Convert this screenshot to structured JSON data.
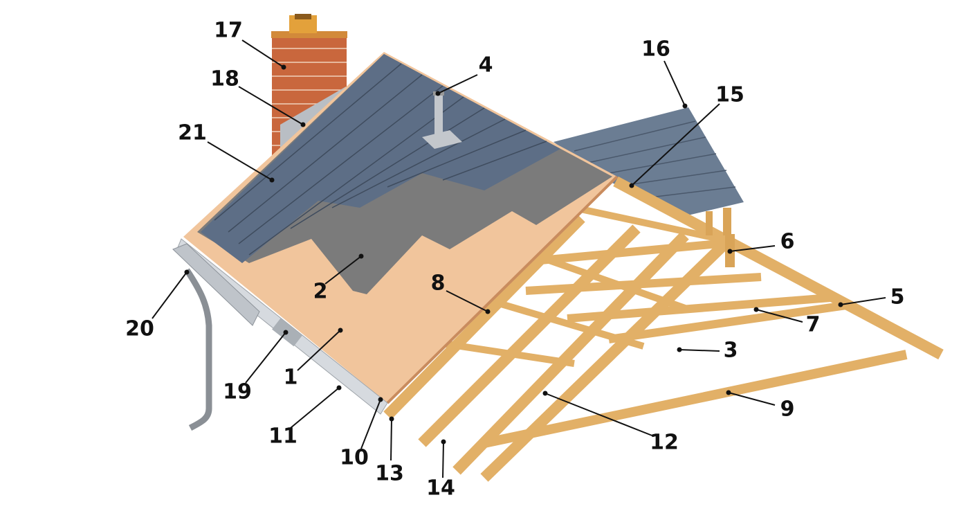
{
  "diagram": {
    "subject": "roof-anatomy",
    "labels": {
      "l1": "1",
      "l2": "2",
      "l3": "3",
      "l4": "4",
      "l5": "5",
      "l6": "6",
      "l7": "7",
      "l8": "8",
      "l9": "9",
      "l10": "10",
      "l11": "11",
      "l12": "12",
      "l13": "13",
      "l14": "14",
      "l15": "15",
      "l16": "16",
      "l17": "17",
      "l18": "18",
      "l19": "19",
      "l20": "20",
      "l21": "21"
    },
    "colors": {
      "sheathing": "#f1c59c",
      "underlayment": "#7b7b7b",
      "shingles": "#5d6e86",
      "timber": "#e2b067",
      "brick": "#c9673d",
      "metal": "#b9bec4"
    }
  }
}
